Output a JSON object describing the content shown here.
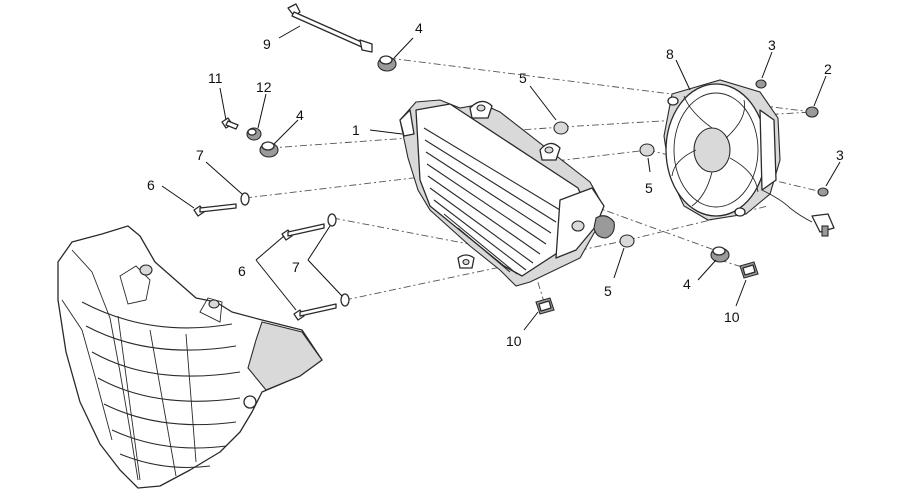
{
  "diagram": {
    "callouts": [
      {
        "id": "c1",
        "label": "1"
      },
      {
        "id": "c2",
        "label": "2"
      },
      {
        "id": "c3a",
        "label": "3"
      },
      {
        "id": "c3b",
        "label": "3"
      },
      {
        "id": "c4a",
        "label": "4"
      },
      {
        "id": "c4b",
        "label": "4"
      },
      {
        "id": "c4c",
        "label": "4"
      },
      {
        "id": "c5a",
        "label": "5"
      },
      {
        "id": "c5b",
        "label": "5"
      },
      {
        "id": "c5c",
        "label": "5"
      },
      {
        "id": "c6a",
        "label": "6"
      },
      {
        "id": "c6b",
        "label": "6"
      },
      {
        "id": "c7a",
        "label": "7"
      },
      {
        "id": "c7b",
        "label": "7"
      },
      {
        "id": "c8",
        "label": "8"
      },
      {
        "id": "c9",
        "label": "9"
      },
      {
        "id": "c10a",
        "label": "10"
      },
      {
        "id": "c10b",
        "label": "10"
      },
      {
        "id": "c11",
        "label": "11"
      },
      {
        "id": "c12",
        "label": "12"
      }
    ]
  }
}
